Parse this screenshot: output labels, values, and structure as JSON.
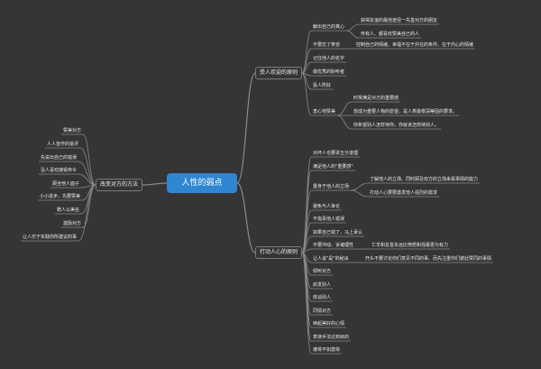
{
  "mindmap": {
    "root": "人性的弱点",
    "branches": {
      "popular": {
        "label": "受人欢迎的原则",
        "items": [
          {
            "label": "献出自己的真心",
            "children": [
              "获得友谊的最佳途径一先善对方的朋友",
              "传有人、都喜欢赞美自己的人"
            ]
          },
          {
            "label": "不要忘了笑容",
            "children": [
              "控制自己的情绪、幸福不在于外在的条件、在于内心的情绪"
            ]
          },
          {
            "label": "记住他人的名字",
            "children": []
          },
          {
            "label": "做优秀的聆听者",
            "children": []
          },
          {
            "label": "投人所好",
            "children": []
          },
          {
            "label": "衷心地赞美",
            "children": [
              "时常满足对方的重要感",
              "想成为重要人物的愿望，是人类最根深蒂固的要求。",
              "你希望别人怎样待你，你就该怎样待别人。"
            ]
          }
        ]
      },
      "change": {
        "label": "改变对方的方法",
        "items": [
          "赞美对方",
          "人人皆作的批评",
          "先说出自己的错误",
          "没人喜欢接受命令",
          "顾全他人面子",
          "小小进步，先要赞美",
          "赠人以美名",
          "激励对方",
          "让人乐于实践你所建议的事"
        ]
      },
      "persuade": {
        "label": "打动人心的原则",
        "items": [
          {
            "label": "对坏人也要讲五分道理",
            "children": []
          },
          {
            "label": "满足他人的\"重要感\"",
            "children": []
          },
          {
            "label": "置身于他人的立场",
            "children": [
              "了解他人的立场、同时顾及双方的立场来看事情的能力",
              "打动人心要要激发他人强烈的需求"
            ]
          },
          {
            "label": "避免与人争论",
            "children": []
          },
          {
            "label": "不指责他人错误",
            "children": []
          },
          {
            "label": "如果自己错了，马上承认",
            "children": []
          },
          {
            "label": "不要冲动、诉诸理性",
            "children": [
              "亡羊和友善永远比愤怒和强暴更为有力"
            ]
          },
          {
            "label": "让人说\"是\"的秘诀",
            "children": [
              "开头不要讨论你们意见不同的事、而先注重你们彼此赞同的事情"
            ]
          },
          {
            "label": "倾听对方",
            "children": []
          },
          {
            "label": "启发别人",
            "children": []
          },
          {
            "label": "体谅别人",
            "children": []
          },
          {
            "label": "同情对方",
            "children": []
          },
          {
            "label": "唤起美好的心情",
            "children": []
          },
          {
            "label": "表演手法达到目的",
            "children": []
          },
          {
            "label": "遵将不如激将",
            "children": []
          }
        ]
      }
    }
  }
}
